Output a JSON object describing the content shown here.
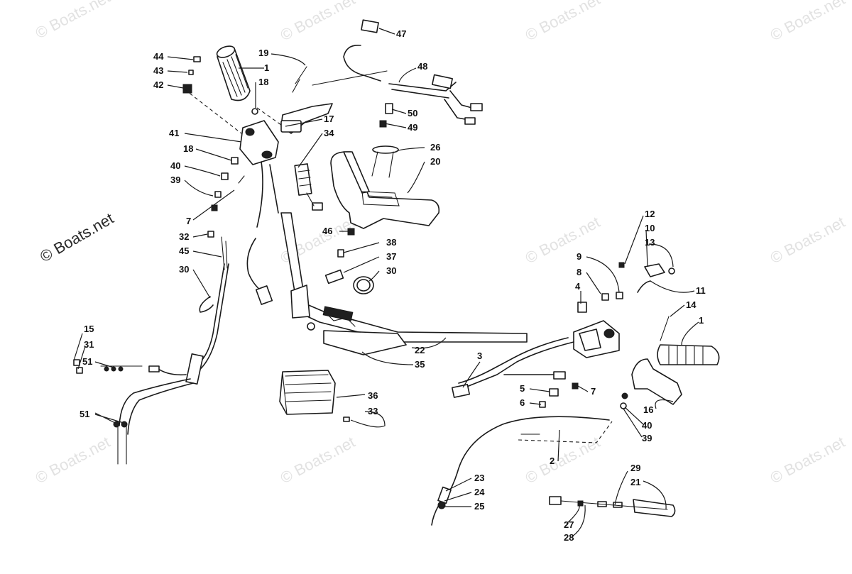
{
  "watermark": {
    "text": "© Boats.net",
    "color": "#e2e2e2"
  },
  "callouts": {
    "c1a": "1",
    "c1b": "1",
    "c2": "2",
    "c3": "3",
    "c4": "4",
    "c5": "5",
    "c6": "6",
    "c7a": "7",
    "c7b": "7",
    "c8": "8",
    "c9": "9",
    "c10": "10",
    "c11": "11",
    "c12": "12",
    "c13": "13",
    "c14": "14",
    "c15": "15",
    "c16": "16",
    "c17": "17",
    "c18a": "18",
    "c18b": "18",
    "c19": "19",
    "c20": "20",
    "c21": "21",
    "c22": "22",
    "c23": "23",
    "c24": "24",
    "c25": "25",
    "c26": "26",
    "c27": "27",
    "c28": "28",
    "c29": "29",
    "c30a": "30",
    "c30b": "30",
    "c31": "31",
    "c32": "32",
    "c33": "33",
    "c34": "34",
    "c35": "35",
    "c36": "36",
    "c37": "37",
    "c38": "38",
    "c39a": "39",
    "c39b": "39",
    "c40a": "40",
    "c40b": "40",
    "c41": "41",
    "c42": "42",
    "c43": "43",
    "c44": "44",
    "c45": "45",
    "c46": "46",
    "c47": "47",
    "c48": "48",
    "c49": "49",
    "c50": "50",
    "c51a": "51",
    "c51b": "51"
  }
}
